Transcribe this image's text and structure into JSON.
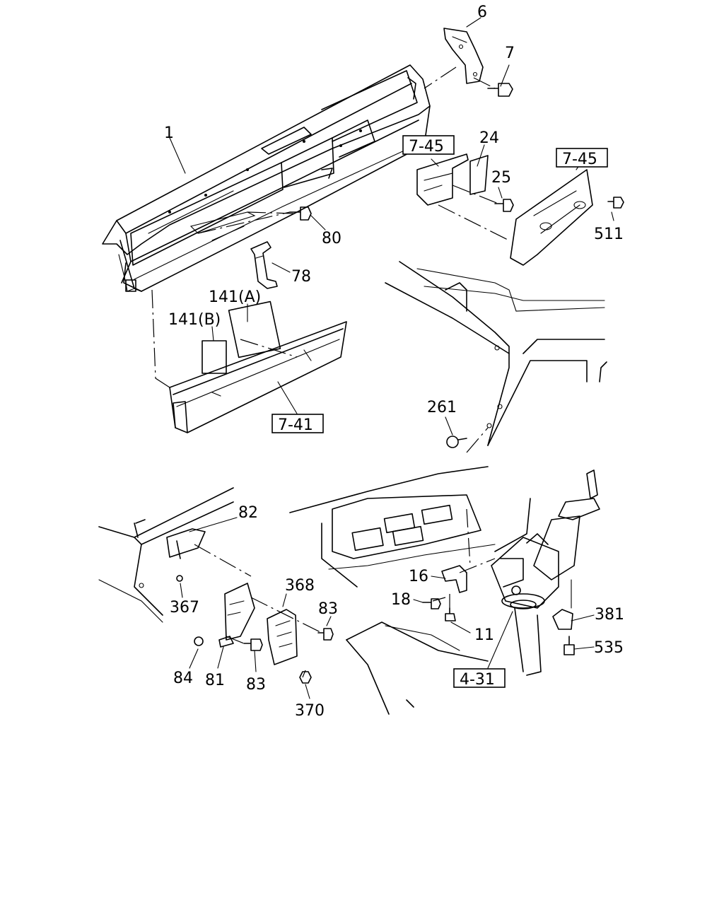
{
  "labels": {
    "p6": "6",
    "p7": "7",
    "p1": "1",
    "p24": "24",
    "p25": "25",
    "p80": "80",
    "p78": "78",
    "p511": "511",
    "p141a": "141(A)",
    "p141b": "141(B)",
    "p261": "261",
    "p82": "82",
    "p367": "367",
    "p368": "368",
    "p83a": "83",
    "p84": "84",
    "p81": "81",
    "p83b": "83",
    "p370": "370",
    "p16": "16",
    "p18": "18",
    "p11": "11",
    "p381": "381",
    "p535": "535"
  },
  "refs": {
    "r745a": "7-45",
    "r745b": "7-45",
    "r741": "7-41",
    "r431": "4-31"
  }
}
